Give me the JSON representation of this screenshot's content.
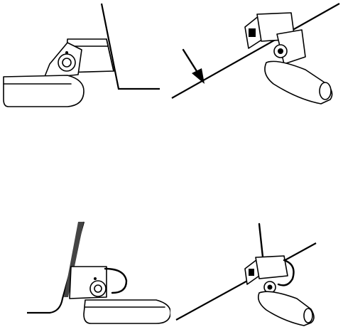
{
  "figure": {
    "panels": [
      {
        "id": "top-left",
        "view": "side",
        "mount": "transom",
        "cable": false,
        "arrow": false
      },
      {
        "id": "top-right",
        "view": "perspective",
        "mount": "transom",
        "cable": false,
        "arrow": true
      },
      {
        "id": "bottom-left",
        "view": "side",
        "mount": "transom",
        "cable": true,
        "arrow": false
      },
      {
        "id": "bottom-right",
        "view": "perspective",
        "mount": "transom",
        "cable": true,
        "arrow": false
      }
    ],
    "colors": {
      "ink": "#000000",
      "background": "#ffffff"
    }
  }
}
